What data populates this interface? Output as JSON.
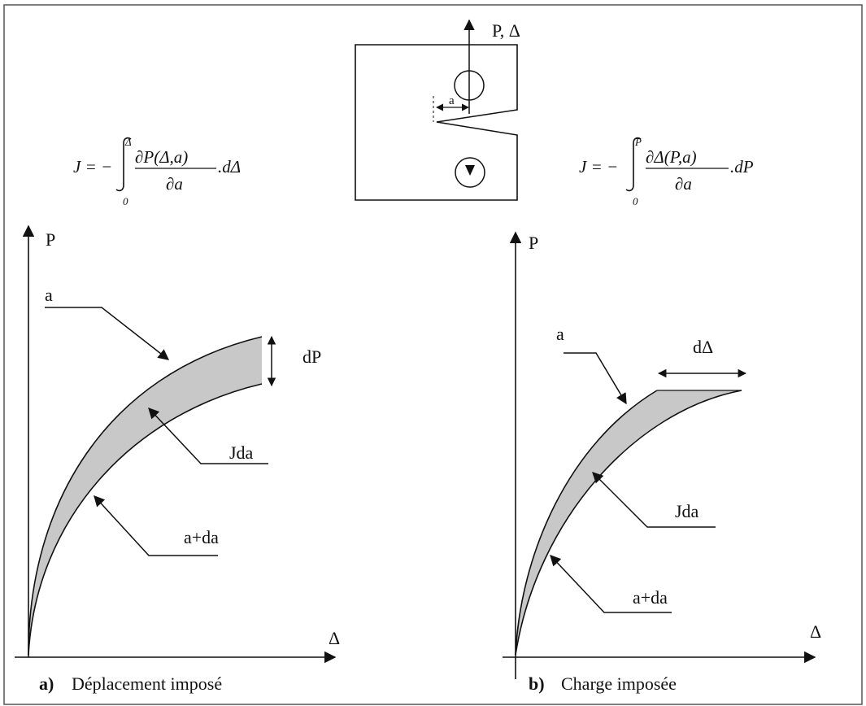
{
  "specimen": {
    "load_label": "P, Δ",
    "crack_label": "a"
  },
  "formula_left": {
    "lhs": "J = −",
    "upper": "Δ",
    "lower": "0",
    "numerator": "∂P(Δ,a)",
    "denominator": "∂a",
    "tail": ".dΔ"
  },
  "formula_right": {
    "lhs": "J = −",
    "upper": "P",
    "lower": "0",
    "numerator": "∂Δ(P,a)",
    "denominator": "∂a",
    "tail": ".dP"
  },
  "graph_a": {
    "y_axis": "P",
    "x_axis": "Δ",
    "curve_a": "a",
    "curve_a_da": "a+da",
    "area": "Jda",
    "delta": "dP",
    "caption_letter": "a)",
    "caption_text": "Déplacement imposé"
  },
  "graph_b": {
    "y_axis": "P",
    "x_axis": "Δ",
    "curve_a": "a",
    "curve_a_da": "a+da",
    "area": "Jda",
    "delta": "dΔ",
    "caption_letter": "b)",
    "caption_text": "Charge imposée"
  },
  "colors": {
    "ink": "#111111",
    "shade": "#c8c8c8",
    "frame": "#555555"
  }
}
